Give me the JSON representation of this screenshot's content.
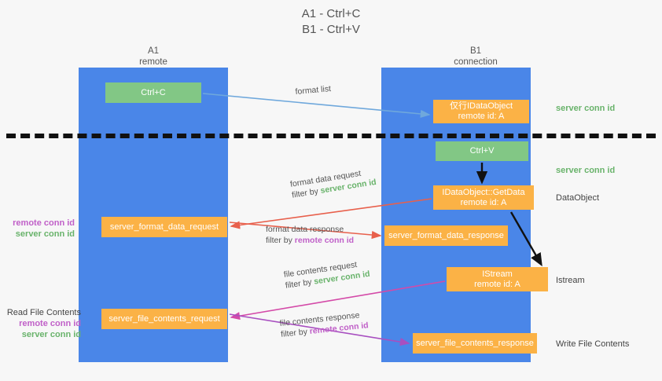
{
  "title": {
    "line1": "A1 - Ctrl+C",
    "line2": "B1 - Ctrl+V"
  },
  "lanes": [
    {
      "id": "a1",
      "title": "A1",
      "subtitle": "remote",
      "color": "#4a86e8"
    },
    {
      "id": "b1",
      "title": "B1",
      "subtitle": "connection",
      "color": "#4a86e8"
    }
  ],
  "colors": {
    "lane": "#4a86e8",
    "green_box": "#82c785",
    "orange_box": "#fbb246",
    "server_conn": "#69b36b",
    "remote_conn": "#c060c8",
    "arrow_blue": "#6fa8dc",
    "arrow_red": "#e8604c",
    "arrow_pink": "#d44aa8",
    "arrow_purple": "#a84fc0",
    "arrow_black": "#111111",
    "background": "#f7f7f7"
  },
  "boxes": {
    "ctrl_c": {
      "label": "Ctrl+C",
      "style": "green"
    },
    "format_list_target": {
      "line1": "仅行IDataObject",
      "line2": "remote id: A",
      "style": "orange"
    },
    "ctrl_v": {
      "label": "Ctrl+V",
      "style": "green"
    },
    "get_data": {
      "line1": "IDataObject::GetData",
      "line2": "remote id: A",
      "style": "orange"
    },
    "server_format_data_request": {
      "label": "server_format_data_request",
      "style": "orange"
    },
    "server_format_data_response": {
      "label": "server_format_data_response",
      "style": "orange"
    },
    "istream": {
      "line1": "IStream",
      "line2": "remote id: A",
      "style": "orange"
    },
    "server_file_contents_request": {
      "label": "server_file_contents_request",
      "style": "orange"
    },
    "server_file_contents_response": {
      "label": "server_file_contents_response",
      "style": "orange"
    }
  },
  "edges": [
    {
      "id": "format-list",
      "label": "format list",
      "filter_prefix": "",
      "filter_value": ""
    },
    {
      "id": "format-data-request",
      "label": "format data request",
      "filter_prefix": "filter by ",
      "filter_value": "server conn id"
    },
    {
      "id": "format-data-response",
      "label": "format data response",
      "filter_prefix": "filter by ",
      "filter_value": "remote conn id"
    },
    {
      "id": "file-contents-request",
      "label": "file contents request",
      "filter_prefix": "filter by ",
      "filter_value": "server conn id"
    },
    {
      "id": "file-contents-response",
      "label": "file contents response",
      "filter_prefix": "filter by ",
      "filter_value": "remote conn id"
    }
  ],
  "edge_text": {
    "format_list": "format list",
    "format_data_request": "format data request",
    "format_data_response": "format data response",
    "file_contents_request": "file contents request",
    "file_contents_response": "file contents response",
    "filter_by": "filter by ",
    "server_conn_id": "server conn id",
    "remote_conn_id": "remote conn id"
  },
  "right_labels": {
    "server_conn_id_top": "server conn id",
    "server_conn_id_mid": "server conn id",
    "data_object": "DataObject",
    "istream": "Istream",
    "write_file_contents": "Write File Contents"
  },
  "left_labels": {
    "remote_conn_id": "remote conn id",
    "server_conn_id": "server conn id",
    "read_file_contents": "Read File Contents"
  }
}
